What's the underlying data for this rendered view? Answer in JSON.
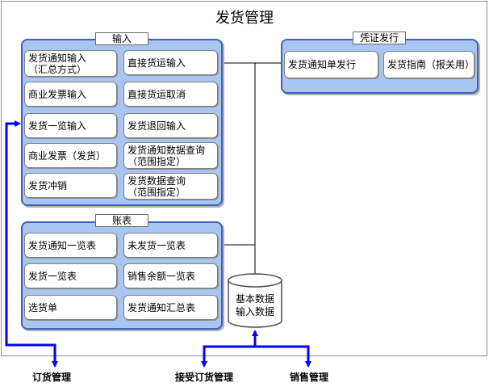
{
  "title": "发货管理",
  "groups": {
    "input": {
      "label": "输入",
      "items": [
        "发货通知输入\n（汇总方式）",
        "直接货运输入",
        "商业发票输入",
        "直接货运取消",
        "发货一览输入",
        "发货退回输入",
        "商业发票（发货）",
        "发货通知数据查询\n（范围指定）",
        "发货冲销",
        "发货数据查询\n（范围指定）"
      ]
    },
    "voucher": {
      "label": "凭证发行",
      "items": [
        "发货通知单发行",
        "发货指南（报关用）"
      ]
    },
    "ledger": {
      "label": "账表",
      "items": [
        "发货通知一览表",
        "未发货一览表",
        "发货一览表",
        "销售余额一览表",
        "选货单",
        "发货通知汇总表"
      ]
    }
  },
  "database": {
    "line1": "基本数据",
    "line2": "输入数据"
  },
  "externals": [
    "订货管理",
    "接受订货管理",
    "销售管理"
  ],
  "colors": {
    "group_fill": "#a9c5f2",
    "group_border": "#3c64b8",
    "arrow": "#0000ff"
  }
}
